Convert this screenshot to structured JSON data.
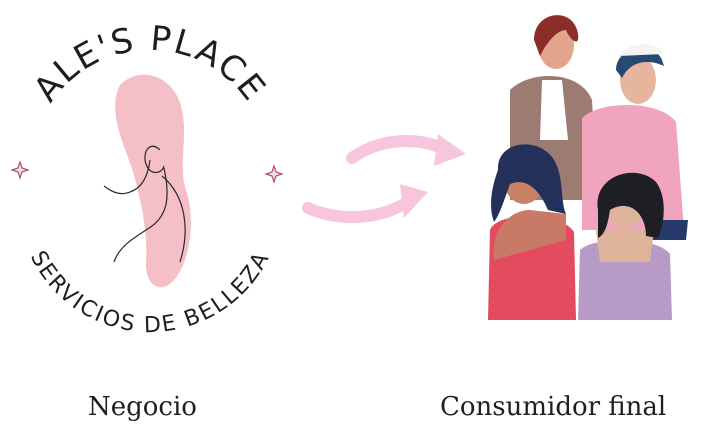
{
  "logo": {
    "name": "ALE'S PLACE",
    "tagline": "SERVICIOS DE BELLEZA",
    "accent_color": "#f3b8c0",
    "sparkle_color": "#b2506b"
  },
  "arrows": {
    "color": "#f7c6dc",
    "icon": "exchange-arrows-icon"
  },
  "captions": {
    "business": "Negocio",
    "consumer": "Consumidor final"
  }
}
